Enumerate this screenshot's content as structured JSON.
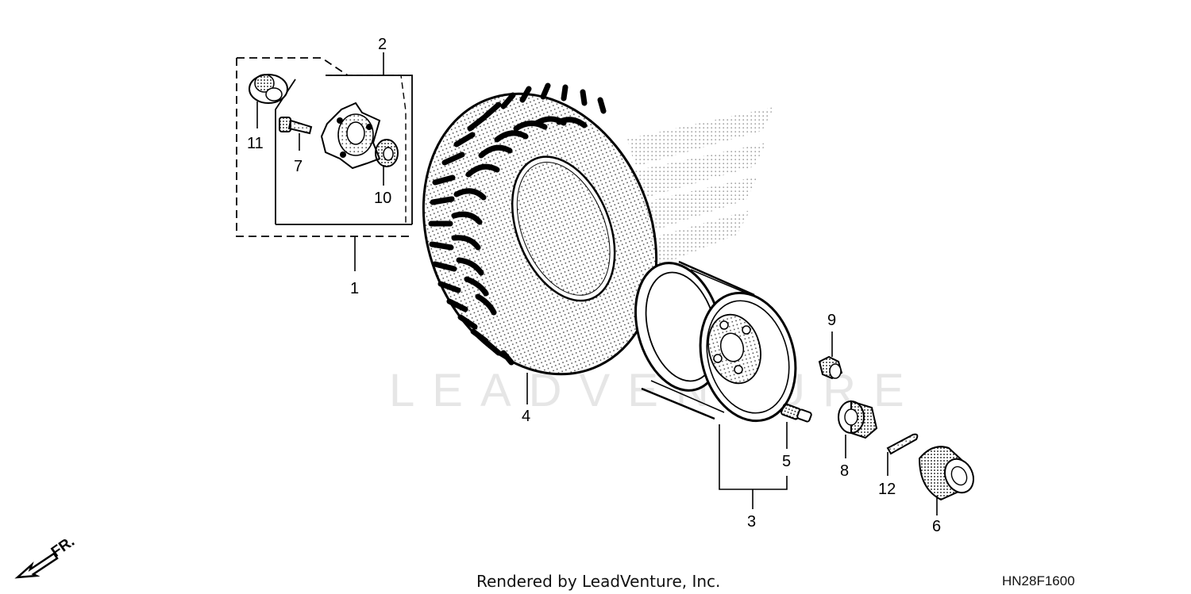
{
  "callouts": [
    {
      "id": "c1",
      "label": "1"
    },
    {
      "id": "c2",
      "label": "2"
    },
    {
      "id": "c3",
      "label": "3"
    },
    {
      "id": "c4",
      "label": "4"
    },
    {
      "id": "c5",
      "label": "5"
    },
    {
      "id": "c6",
      "label": "6"
    },
    {
      "id": "c7",
      "label": "7"
    },
    {
      "id": "c8",
      "label": "8"
    },
    {
      "id": "c9",
      "label": "9"
    },
    {
      "id": "c10",
      "label": "10"
    },
    {
      "id": "c11",
      "label": "11"
    },
    {
      "id": "c12",
      "label": "12"
    }
  ],
  "direction_label": "FR.",
  "watermark": "LEADVENTURE",
  "footer": {
    "rendered_by": "Rendered by LeadVenture, Inc.",
    "diagram_code": "HN28F1600"
  }
}
